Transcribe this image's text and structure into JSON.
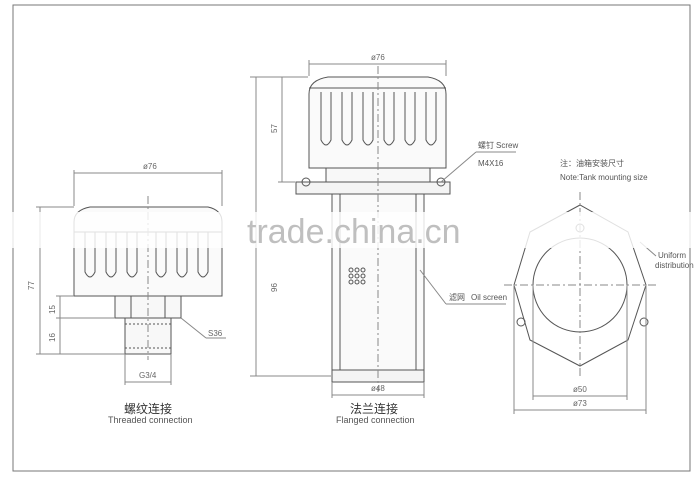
{
  "threaded": {
    "caption_cn": "螺纹连接",
    "caption_en": "Threaded connection",
    "dim_top_diameter": "ø76",
    "dim_total_height": "77",
    "dim_15": "15",
    "dim_16": "16",
    "dim_hex": "S36",
    "dim_thread": "G3/4"
  },
  "flanged": {
    "caption_cn": "法兰连接",
    "caption_en": "Flanged connection",
    "dim_top_diameter": "ø76",
    "dim_57": "57",
    "dim_96": "96",
    "dim_bottom_diameter": "ø48",
    "screw_cn": "螺钉",
    "screw_en": "Screw",
    "screw_spec": "M4X16",
    "screen_cn": "滤网",
    "screen_en": "Oil screen"
  },
  "mounting": {
    "note_cn": "注：油箱安装尺寸",
    "note_en": "Note:Tank mounting size",
    "uniform_1": "Uniform",
    "uniform_2": "distribution",
    "dim_inner": "ø50",
    "dim_outer": "ø73"
  },
  "watermark": "trade.china.cn"
}
